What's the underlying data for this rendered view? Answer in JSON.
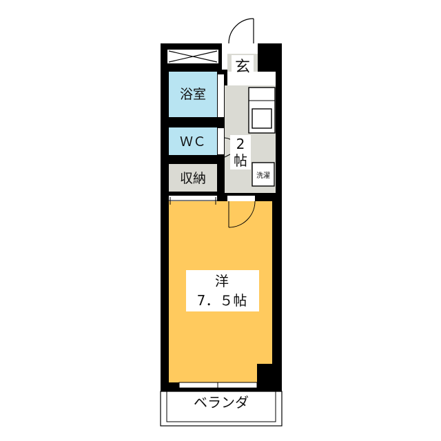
{
  "floor_plan": {
    "rooms": {
      "entrance": {
        "label": "玄"
      },
      "bath": {
        "label": "浴室"
      },
      "wc": {
        "label": "ＷＣ"
      },
      "storage": {
        "label": "収納"
      },
      "kitchen": {
        "label_num": "2",
        "label_unit": "帖"
      },
      "washer": {
        "label": "洗濯"
      },
      "western_room": {
        "label_type": "洋",
        "label_size": "7．５帖"
      },
      "veranda": {
        "label": "ベランダ"
      }
    },
    "colors": {
      "western_room": "#FFCA5E",
      "bath": "#B8E4F2",
      "wc": "#B8E4F2",
      "kitchen": "#DADAD3",
      "storage": "#DADAD3",
      "entrance": "#DADAD3",
      "wall": "#000000"
    }
  }
}
